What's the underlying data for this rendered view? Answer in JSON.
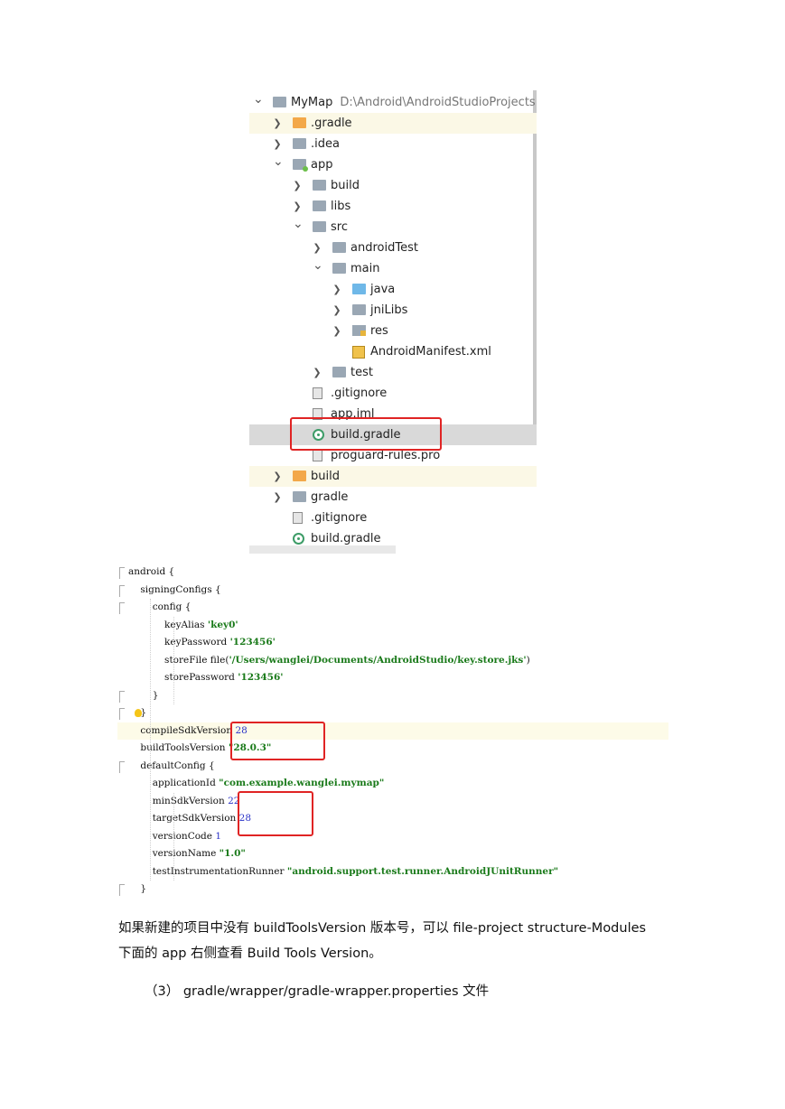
{
  "tree": {
    "root": {
      "name": "MyMap",
      "path": "D:\\Android\\AndroidStudioProjects"
    },
    "items": [
      {
        "label": ".gradle"
      },
      {
        "label": ".idea"
      },
      {
        "label": "app"
      },
      {
        "label": "build"
      },
      {
        "label": "libs"
      },
      {
        "label": "src"
      },
      {
        "label": "androidTest"
      },
      {
        "label": "main"
      },
      {
        "label": "java"
      },
      {
        "label": "jniLibs"
      },
      {
        "label": "res"
      },
      {
        "label": "AndroidManifest.xml"
      },
      {
        "label": "test"
      },
      {
        "label": ".gitignore"
      },
      {
        "label": "app.iml"
      },
      {
        "label": "build.gradle"
      },
      {
        "label": "proguard-rules.pro"
      },
      {
        "label": "build"
      },
      {
        "label": "gradle"
      },
      {
        "label": ".gitignore"
      },
      {
        "label": "build.gradle"
      }
    ]
  },
  "code": {
    "lines": [
      {
        "parts": [
          {
            "t": "android {"
          }
        ]
      },
      {
        "parts": [
          {
            "t": "    signingConfigs {"
          }
        ]
      },
      {
        "parts": [
          {
            "t": "        config {"
          }
        ]
      },
      {
        "parts": [
          {
            "t": "            keyAlias "
          },
          {
            "t": "'key0'",
            "c": "str"
          }
        ]
      },
      {
        "parts": [
          {
            "t": "            keyPassword "
          },
          {
            "t": "'123456'",
            "c": "str"
          }
        ]
      },
      {
        "parts": [
          {
            "t": "            storeFile file("
          },
          {
            "t": "'/Users/wanglei/Documents/AndroidStudio/key.store.jks'",
            "c": "str"
          },
          {
            "t": ")"
          }
        ]
      },
      {
        "parts": [
          {
            "t": "            storePassword "
          },
          {
            "t": "'123456'",
            "c": "str"
          }
        ]
      },
      {
        "parts": [
          {
            "t": "        }"
          }
        ]
      },
      {
        "parts": [
          {
            "t": "    }"
          }
        ]
      },
      {
        "parts": [
          {
            "t": "    compileSdkVersion "
          },
          {
            "t": "28",
            "c": "num"
          }
        ]
      },
      {
        "parts": [
          {
            "t": "    buildToolsVersion "
          },
          {
            "t": "\"28.0.3\"",
            "c": "str"
          }
        ]
      },
      {
        "parts": [
          {
            "t": "    defaultConfig {"
          }
        ]
      },
      {
        "parts": [
          {
            "t": "        applicationId "
          },
          {
            "t": "\"com.example.wanglei.mymap\"",
            "c": "str"
          }
        ]
      },
      {
        "parts": [
          {
            "t": "        minSdkVersion "
          },
          {
            "t": "22",
            "c": "num"
          }
        ]
      },
      {
        "parts": [
          {
            "t": "        targetSdkVersion "
          },
          {
            "t": "28",
            "c": "num"
          }
        ]
      },
      {
        "parts": [
          {
            "t": "        versionCode "
          },
          {
            "t": "1",
            "c": "num"
          }
        ]
      },
      {
        "parts": [
          {
            "t": "        versionName "
          },
          {
            "t": "\"1.0\"",
            "c": "str"
          }
        ]
      },
      {
        "parts": [
          {
            "t": "        testInstrumentationRunner "
          },
          {
            "t": "\"android.support.test.runner.AndroidJUnitRunner\"",
            "c": "str"
          }
        ]
      },
      {
        "parts": [
          {
            "t": "    }"
          }
        ]
      }
    ]
  },
  "text": {
    "para1_line1": "如果新建的项目中没有 buildToolsVersion 版本号，可以 file-project structure-Modules",
    "para1_line2": "下面的 app 右侧查看 Build Tools Version。",
    "heading": "（3） gradle/wrapper/gradle-wrapper.properties 文件"
  }
}
